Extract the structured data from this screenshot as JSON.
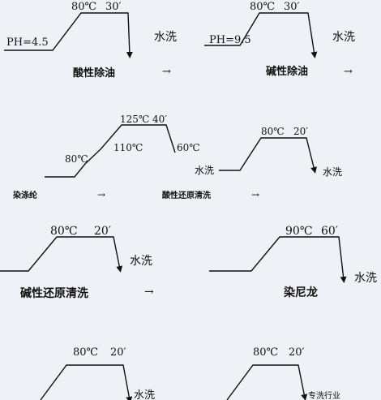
{
  "diagram": {
    "p1": {
      "ph": "PH=4.5",
      "temp": "80℃",
      "time": "30′",
      "after": "水洗",
      "caption": "酸性除油",
      "arrow": "→"
    },
    "p2": {
      "ph": "PH=9.5",
      "temp": "80℃",
      "time": "30′",
      "after": "水洗",
      "caption": "碱性除油",
      "arrow": "→"
    },
    "p3": {
      "temp_start": "80℃",
      "temp_mid": "110℃",
      "temp_peak": "125℃",
      "time": "40′",
      "temp_end": "60℃",
      "caption": "染涤纶",
      "arrow": "→"
    },
    "p4": {
      "before": "水洗",
      "temp": "80℃",
      "time": "20′",
      "after": "水洗",
      "caption": "酸性还原清洗",
      "arrow": "→"
    },
    "p5": {
      "temp": "80℃",
      "time": "20′",
      "after": "水洗",
      "caption": "碱性还原清洗",
      "arrow": "→"
    },
    "p6": {
      "temp": "90℃",
      "time": "60′",
      "after": "水洗",
      "caption": "染尼龙"
    },
    "p7": {
      "temp": "80℃",
      "time": "20′",
      "after": "水洗"
    },
    "p8": {
      "temp": "80℃",
      "time": "20′",
      "watermark": "专洗行业"
    }
  }
}
